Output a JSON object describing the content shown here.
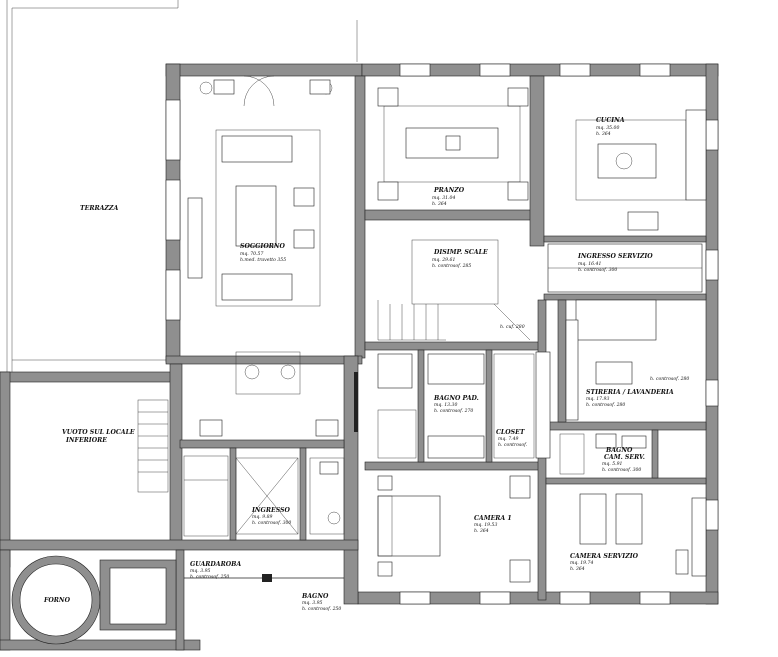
{
  "rooms": {
    "terrazza": {
      "name": "TERRAZZA"
    },
    "soggiorno": {
      "name": "SOGGIORNO",
      "area": "mq. 70.57",
      "height": "h.med. travetto 355"
    },
    "pranzo": {
      "name": "PRANZO",
      "area": "mq. 31.04",
      "height": "h. 364"
    },
    "cucina": {
      "name": "CUCINA",
      "area": "mq. 35.00",
      "height": "h. 364"
    },
    "disimp_scale": {
      "name": "DISIMP. SCALE",
      "area": "mq. 29.61",
      "height": "h. controsof. 285"
    },
    "ingresso_servizio": {
      "name": "INGRESSO SERVIZIO",
      "area": "mq. 16.41",
      "height": "h. controsof. 300"
    },
    "bagno_pad": {
      "name": "BAGNO PAD.",
      "area": "mq. 13.30",
      "height": "h. controsof. 270"
    },
    "closet": {
      "name": "CLOSET",
      "area": "mq. 7.49",
      "height": "h. controsof."
    },
    "stireria": {
      "name": "STIRERIA / LAVANDERIA",
      "area": "mq. 17.93",
      "height": "h. controsof. 280"
    },
    "bagno_cam_serv": {
      "name": "BAGNO",
      "name2": "CAM. SERV.",
      "area": "mq. 5.91",
      "height": "h. controsof. 300"
    },
    "vuoto": {
      "name": "VUOTO SUL LOCALE",
      "name2": "INFERIORE"
    },
    "ingresso": {
      "name": "INGRESSO",
      "area": "mq. 9.89",
      "height": "h. controsof. 300"
    },
    "camera1": {
      "name": "CAMERA 1",
      "area": "mq. 19.53",
      "height": "h. 364"
    },
    "camera_servizio": {
      "name": "CAMERA SERVIZIO",
      "area": "mq. 19.74",
      "height": "h. 364"
    },
    "guardaroba": {
      "name": "GUARDAROBA",
      "area": "mq. 3.95",
      "height": "h. controsof. 250"
    },
    "bagno": {
      "name": "BAGNO",
      "area": "mq. 3.95",
      "height": "h. controsof. 250"
    },
    "forno": {
      "name": "FORNO"
    }
  },
  "notes": {
    "stair_height": "h. cuf. 280",
    "stireria_height": "h. controsof. 280"
  }
}
